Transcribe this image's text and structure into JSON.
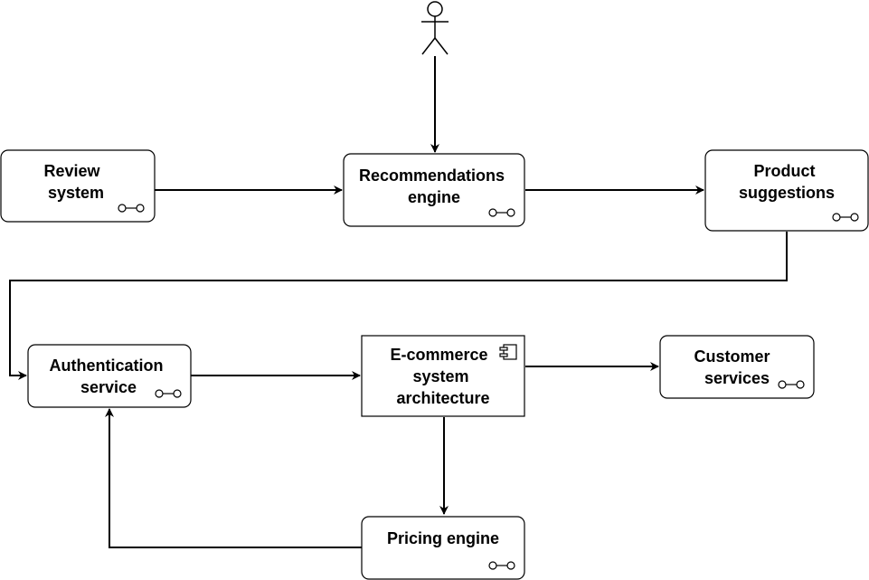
{
  "diagram": {
    "nodes": {
      "review_system": {
        "lines": [
          "Review",
          "system"
        ],
        "kind": "service"
      },
      "recommendations": {
        "lines": [
          "Recommendations",
          "engine"
        ],
        "kind": "service"
      },
      "product_suggestions": {
        "lines": [
          "Product",
          "suggestions"
        ],
        "kind": "service"
      },
      "authentication": {
        "lines": [
          "Authentication",
          "service"
        ],
        "kind": "service"
      },
      "ecommerce": {
        "lines": [
          "E-commerce",
          "system",
          "architecture"
        ],
        "kind": "component"
      },
      "customer_services": {
        "lines": [
          "Customer",
          "services"
        ],
        "kind": "service"
      },
      "pricing_engine": {
        "lines": [
          "Pricing engine"
        ],
        "kind": "service"
      }
    },
    "actor": {
      "kind": "actor"
    },
    "edges": [
      {
        "from": "actor",
        "to": "recommendations"
      },
      {
        "from": "review_system",
        "to": "recommendations"
      },
      {
        "from": "recommendations",
        "to": "product_suggestions"
      },
      {
        "from": "product_suggestions",
        "to": "authentication"
      },
      {
        "from": "authentication",
        "to": "ecommerce"
      },
      {
        "from": "ecommerce",
        "to": "customer_services"
      },
      {
        "from": "ecommerce",
        "to": "pricing_engine"
      },
      {
        "from": "pricing_engine",
        "to": "authentication"
      }
    ],
    "colors": {
      "stroke": "#000000",
      "fill": "#ffffff",
      "text": "#000000"
    }
  }
}
